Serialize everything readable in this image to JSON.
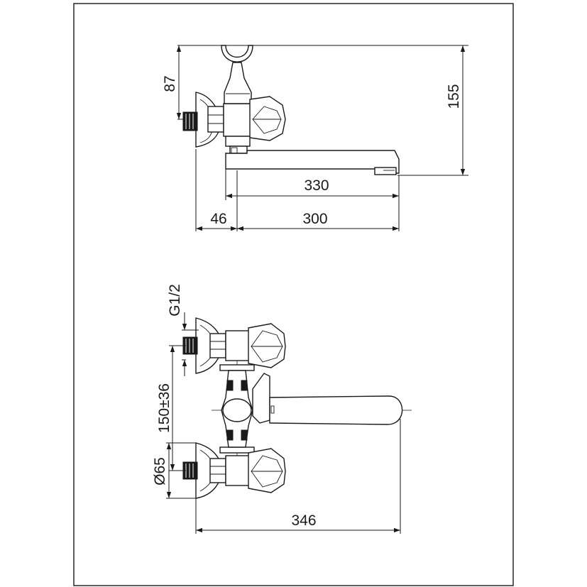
{
  "title": "",
  "colors": {
    "line": "#1a1a1a",
    "background": "#ffffff"
  },
  "side_view": {
    "dimensions": {
      "handle_height": "87",
      "total_height": "155",
      "spout_reach": "330",
      "wall_offset": "46",
      "spout_length": "300"
    }
  },
  "front_view": {
    "dimensions": {
      "thread": "G1/2",
      "center_distance": "150±36",
      "flange_diameter": "Ø65",
      "total_width": "346"
    }
  }
}
